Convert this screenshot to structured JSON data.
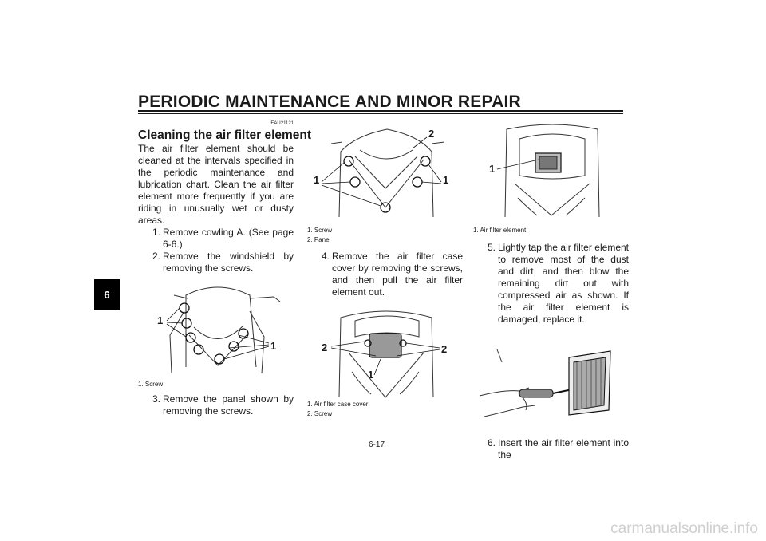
{
  "header": {
    "title": "PERIODIC MAINTENANCE AND MINOR REPAIR"
  },
  "chapter_tab": "6",
  "column1": {
    "code": "EAU21121",
    "section_title": "Cleaning the air filter element",
    "intro": "The air filter element should be cleaned at the intervals specified in the periodic maintenance and lubrication chart. Clean the air filter element more frequently if you are riding in unusually wet or dusty areas.",
    "steps": [
      {
        "num": "1.",
        "text": "Remove cowling A. (See page 6-6.)"
      },
      {
        "num": "2.",
        "text": "Remove the windshield by removing the screws."
      }
    ],
    "figure": {
      "labels": [
        "1",
        "1"
      ],
      "caption": "1. Screw"
    },
    "steps_after": [
      {
        "num": "3.",
        "text": "Remove the panel shown by removing the screws."
      }
    ]
  },
  "column2": {
    "figure1": {
      "labels": [
        "2",
        "1",
        "1"
      ],
      "captions": [
        "1. Screw",
        "2. Panel"
      ]
    },
    "steps": [
      {
        "num": "4.",
        "text": "Remove the air filter case cover by removing the screws, and then pull the air filter element out."
      }
    ],
    "figure2": {
      "labels": [
        "2",
        "2",
        "1"
      ],
      "captions": [
        "1. Air filter case cover",
        "2. Screw"
      ]
    }
  },
  "column3": {
    "figure1": {
      "labels": [
        "1"
      ],
      "caption": "1. Air filter element"
    },
    "steps": [
      {
        "num": "5.",
        "text": "Lightly tap the air filter element to remove most of the dust and dirt, and then blow the remaining dirt out with compressed air as shown. If the air filter element is damaged, replace it."
      }
    ],
    "steps_after": [
      {
        "num": "6.",
        "text": "Insert the air filter element into the"
      }
    ]
  },
  "page_number": "6-17",
  "watermark": "carmanualsonline.info"
}
